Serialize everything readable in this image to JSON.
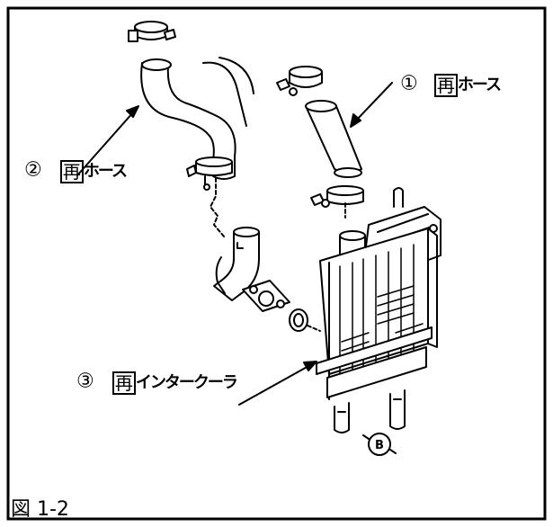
{
  "figure": {
    "caption": "図 1-2"
  },
  "callouts": [
    {
      "number": "①",
      "box": "再",
      "text": "ホース"
    },
    {
      "number": "②",
      "box": "再",
      "text": "ホース"
    },
    {
      "number": "③",
      "box": "再",
      "text": "インタークーラ"
    }
  ],
  "fastener_marker": {
    "text": "B"
  },
  "colors": {
    "line": "#000000",
    "background": "#ffffff",
    "frame": "#000000"
  }
}
